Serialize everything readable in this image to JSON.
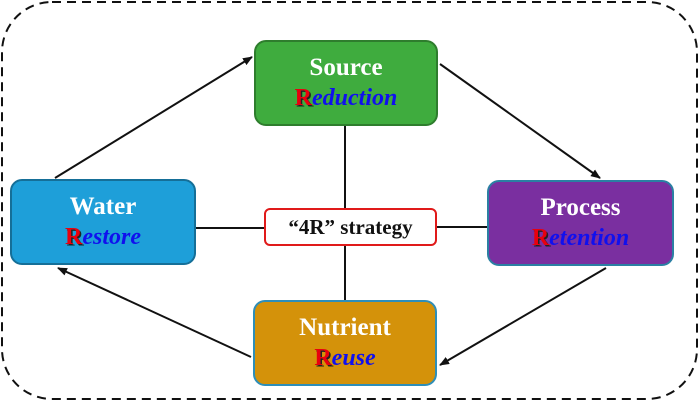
{
  "colors": {
    "dash_border": "#111111",
    "arrow": "#111111",
    "red_letter": "#e8000e",
    "blue_text": "#1010ee",
    "center_border": "#e01a1a"
  },
  "center": {
    "label": "“4R” strategy"
  },
  "nodes": {
    "source": {
      "line1": "Source",
      "line2_lead": "R",
      "line2_rest": "eduction",
      "fill": "#3fac3e"
    },
    "water": {
      "line1": "Water",
      "line2_lead": "R",
      "line2_rest": "estore",
      "fill": "#1e9fd9"
    },
    "process": {
      "line1": "Process",
      "line2_lead": "R",
      "line2_rest": "etention",
      "fill": "#7a2fa0"
    },
    "nutrient": {
      "line1": "Nutrient",
      "line2_lead": "R",
      "line2_rest": "euse",
      "fill": "#d4920a"
    }
  }
}
